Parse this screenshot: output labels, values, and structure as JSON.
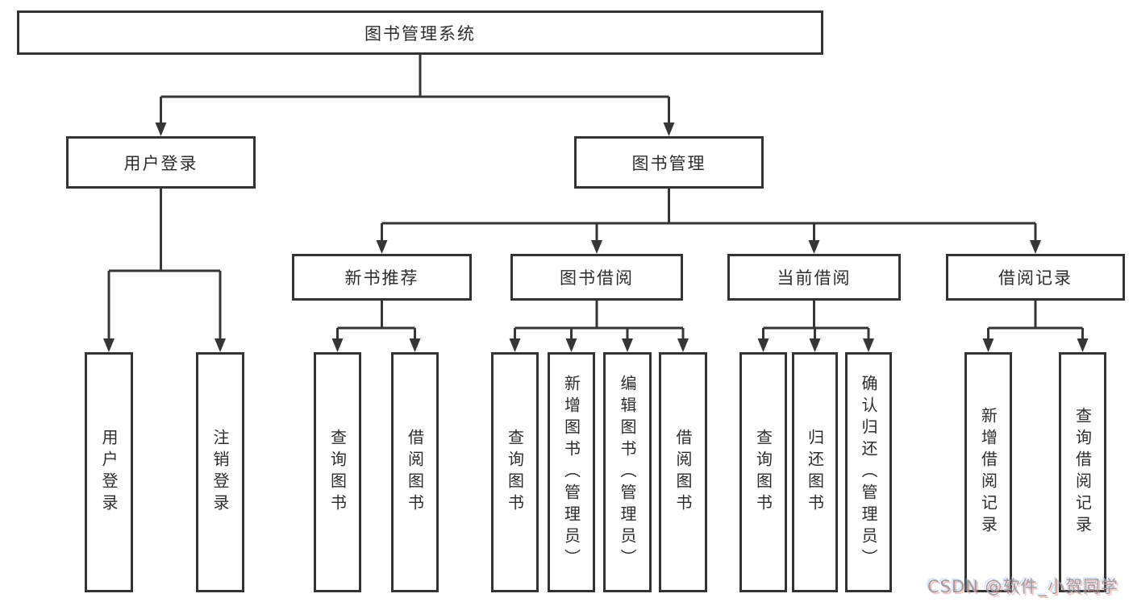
{
  "diagram_title": "图书管理系统",
  "nodes": {
    "root": {
      "label": "图书管理系统"
    },
    "user_login": {
      "label": "用户登录"
    },
    "book_mgmt": {
      "label": "图书管理"
    },
    "new_book_rec": {
      "label": "新书推荐"
    },
    "book_borrow": {
      "label": "图书借阅"
    },
    "current_borrow": {
      "label": "当前借阅"
    },
    "borrow_record": {
      "label": "借阅记录"
    },
    "ul_login": {
      "label": "用户登录"
    },
    "ul_logout": {
      "label": "注销登录"
    },
    "nb_query": {
      "label": "查询图书"
    },
    "nb_borrow": {
      "label": "借阅图书"
    },
    "bb_query": {
      "label": "查询图书"
    },
    "bb_add": {
      "label": "新增图书（管理员）"
    },
    "bb_edit": {
      "label": "编辑图书（管理员）"
    },
    "bb_borrow": {
      "label": "借阅图书"
    },
    "cb_query": {
      "label": "查询图书"
    },
    "cb_return": {
      "label": "归还图书"
    },
    "cb_confirm": {
      "label": "确认归还（管理员）"
    },
    "br_add": {
      "label": "新增借阅记录"
    },
    "br_query": {
      "label": "查询借阅记录"
    }
  },
  "hierarchy": {
    "图书管理系统": {
      "用户登录": [
        "用户登录",
        "注销登录"
      ],
      "图书管理": {
        "新书推荐": [
          "查询图书",
          "借阅图书"
        ],
        "图书借阅": [
          "查询图书",
          "新增图书（管理员）",
          "编辑图书（管理员）",
          "借阅图书"
        ],
        "当前借阅": [
          "查询图书",
          "归还图书",
          "确认归还（管理员）"
        ],
        "借阅记录": [
          "新增借阅记录",
          "查询借阅记录"
        ]
      }
    }
  },
  "watermark": {
    "text": "CSDN @软件_小贺同学"
  },
  "colors": {
    "line": "#363636",
    "box_border": "#333333",
    "text": "#2d2d2d",
    "background": "#ffffff",
    "watermark": "#9e9e9e"
  }
}
